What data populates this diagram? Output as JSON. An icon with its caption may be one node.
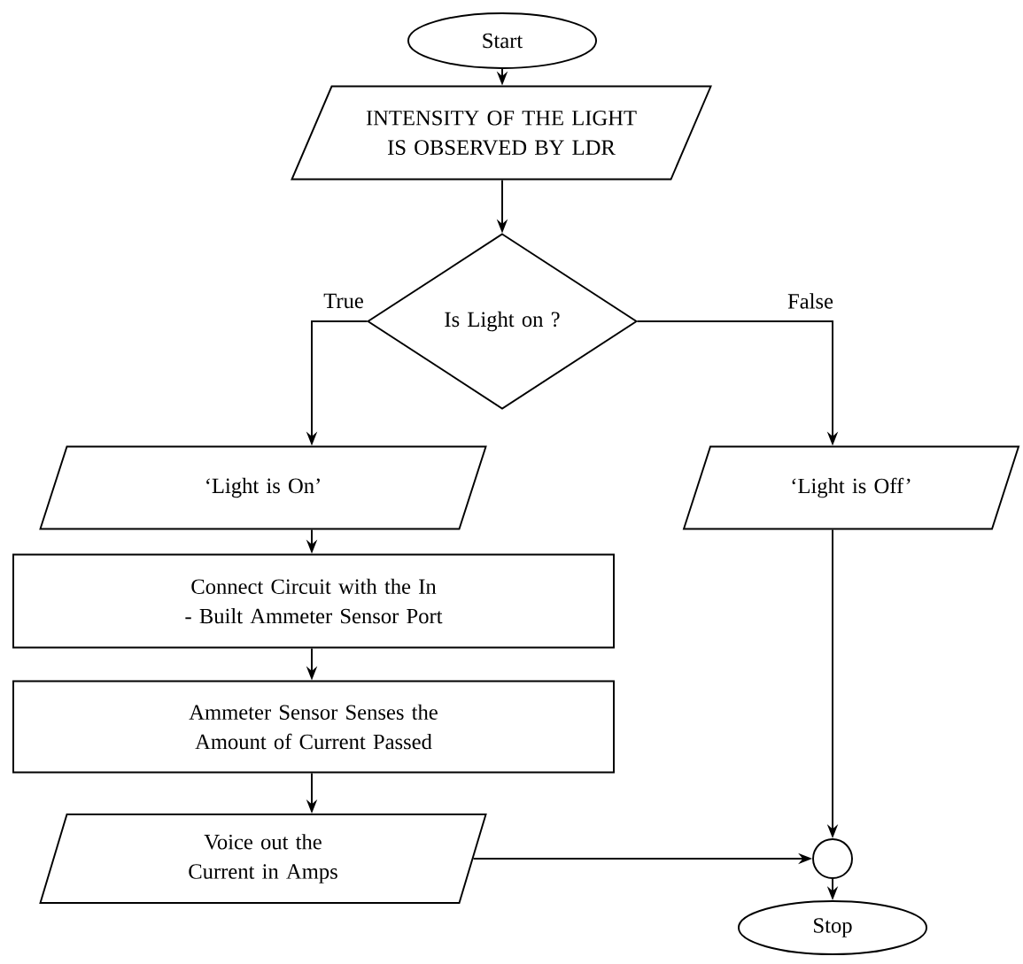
{
  "diagram": {
    "nodes": [
      {
        "text": [
          "Start"
        ]
      },
      {
        "text": [
          "INTENSITY OF THE LIGHT IS OBSERVED BY LDR"
        ]
      },
      {
        "text": [
          "Is Light on ?"
        ]
      },
      {
        "text": [
          "‘Light is On’"
        ]
      },
      {
        "text": [
          "‘Light is Off’"
        ]
      },
      {
        "text": [
          "Connect Circuit with the In - Built Ammeter Sensor Port"
        ]
      },
      {
        "text": [
          "Ammeter Sensor Senses the Amount of Current Passed"
        ]
      },
      {
        "text": [
          "Voice out the Current in Amps"
        ]
      },
      {
        "text": [],
        "shape": "circle"
      },
      {
        "text": [
          "Stop"
        ]
      }
    ],
    "edges": [
      {
        "from": 0,
        "to": 1,
        "arrow": "to"
      },
      {
        "from": 1,
        "to": 2,
        "arrow": "to"
      },
      {
        "from": 2,
        "to": 3,
        "arrow": "to",
        "label": "True"
      },
      {
        "from": 2,
        "to": 4,
        "arrow": "to",
        "label": "False"
      },
      {
        "from": 3,
        "to": 5,
        "arrow": "to"
      },
      {
        "from": 5,
        "to": 6,
        "arrow": "to"
      },
      {
        "from": 6,
        "to": 7,
        "arrow": "to"
      },
      {
        "from": 7,
        "to": 8,
        "arrow": "to"
      },
      {
        "from": 4,
        "to": 8,
        "arrow": "to"
      },
      {
        "from": 8,
        "to": 9,
        "arrow": "to"
      }
    ]
  }
}
